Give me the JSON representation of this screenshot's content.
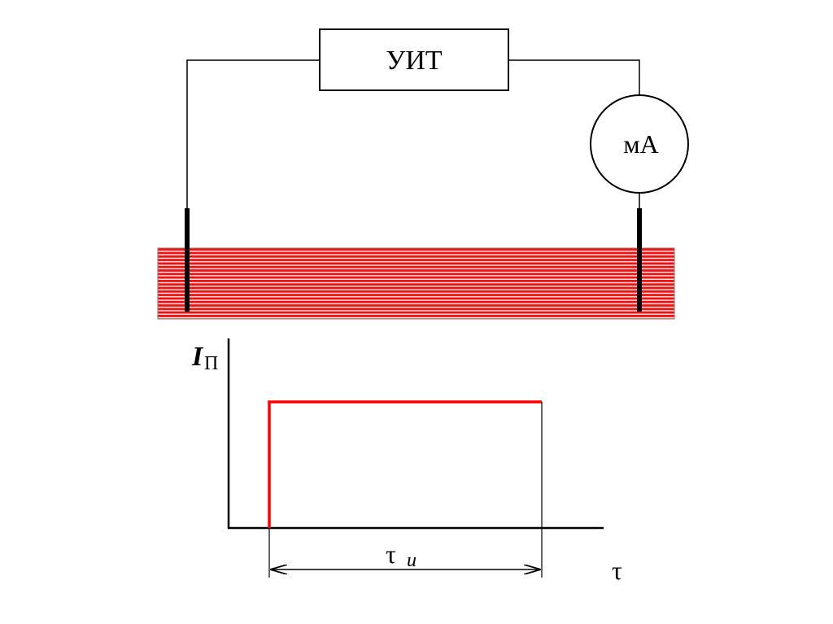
{
  "circuit": {
    "device_label": "УИТ",
    "meter_label": "мА"
  },
  "graph": {
    "y_axis_label": "I",
    "y_axis_subscript": "П",
    "x_axis_label": "τ",
    "pulse_label": "τ",
    "pulse_subscript": "и",
    "pulse_color": "#ff0000"
  },
  "sample": {
    "stripe_color": "#ee1111"
  }
}
